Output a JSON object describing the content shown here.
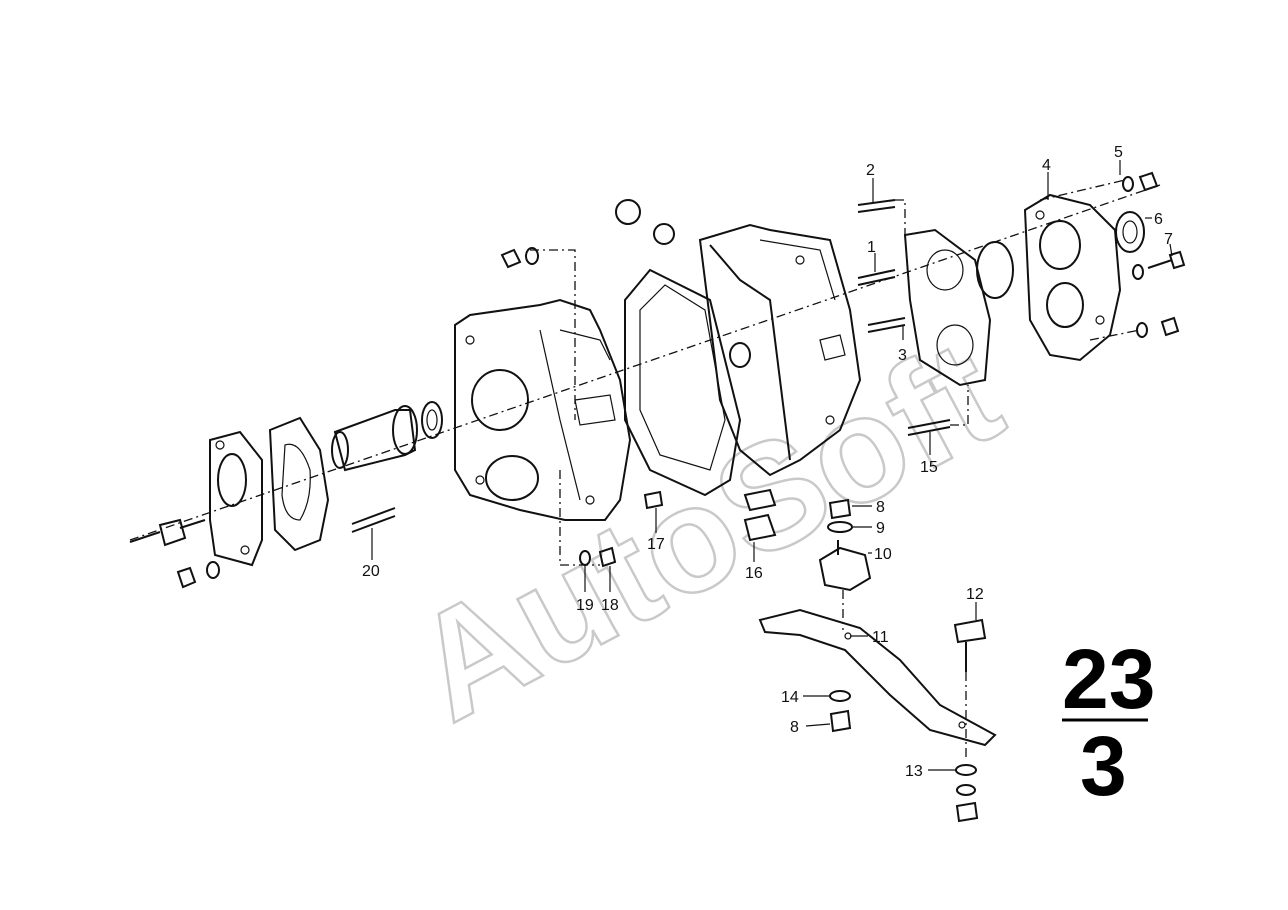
{
  "watermark": "AutoSoft",
  "group": {
    "top": "23",
    "bottom": "3"
  },
  "callouts": [
    {
      "text": "1"
    },
    {
      "text": "2"
    },
    {
      "text": "3"
    },
    {
      "text": "4"
    },
    {
      "text": "5"
    },
    {
      "text": "6"
    },
    {
      "text": "7"
    },
    {
      "text": "8"
    },
    {
      "text": "9"
    },
    {
      "text": "10"
    },
    {
      "text": "11"
    },
    {
      "text": "12"
    },
    {
      "text": "8"
    },
    {
      "text": "14"
    },
    {
      "text": "13"
    },
    {
      "text": "15"
    },
    {
      "text": "16"
    },
    {
      "text": "17"
    },
    {
      "text": "18"
    },
    {
      "text": "19"
    },
    {
      "text": "20"
    }
  ]
}
